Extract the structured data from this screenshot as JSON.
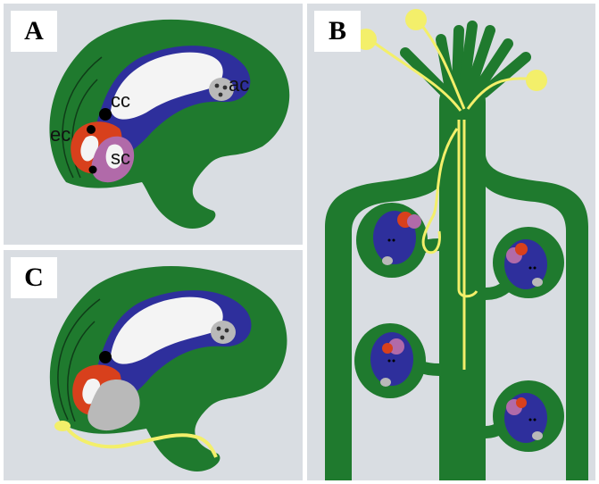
{
  "panels": {
    "a": {
      "letter": "A",
      "labels": {
        "cc": "cc",
        "ac": "ac",
        "ec": "ec",
        "sc": "sc"
      }
    },
    "b": {
      "letter": "B"
    },
    "c": {
      "letter": "C"
    }
  },
  "colors": {
    "background": "#d9dde2",
    "tissue_green": "#1f7a2e",
    "canal_blue": "#2e2f9c",
    "cavity_white": "#f4f4f4",
    "ec_red": "#d8401c",
    "sc_purple": "#b16aa9",
    "cell_gray": "#b9b9b9",
    "nerve_yellow": "#f3ef6a"
  }
}
